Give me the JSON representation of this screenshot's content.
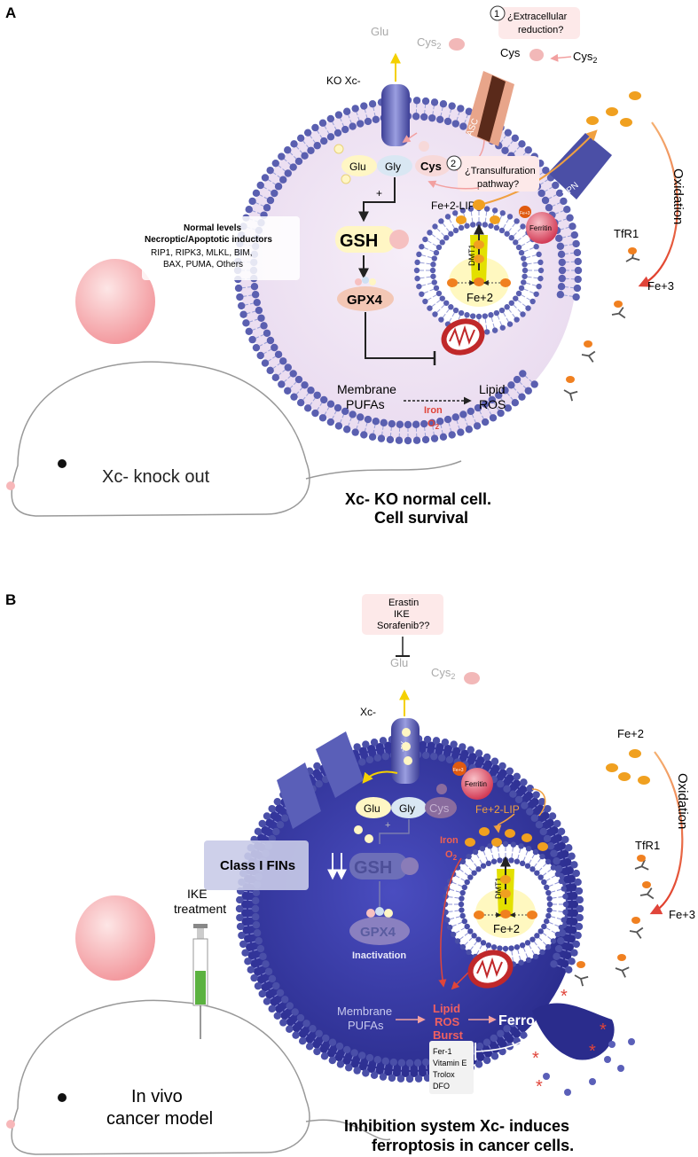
{
  "panel_a": {
    "label": "A",
    "glu_out": "Glu",
    "cys2_out": "Cys",
    "cys2_sub": "2",
    "ko_label": "KO Xc-",
    "step1_num": "1",
    "step1_line1": "¿Extracellular",
    "step1_line2": "reduction?",
    "cys_ext": "Cys",
    "cys2_ext": "Cys",
    "cys2_ext_sub": "2",
    "asc": "ASC",
    "fpn": "FPN",
    "glu": "Glu",
    "gly": "Gly",
    "cys": "Cys",
    "step2_num": "2",
    "step2_line1": "¿Transulfuration",
    "step2_line2": "pathway?",
    "plus": "+",
    "fe_lip": "Fe+2-LIP",
    "fe3_small": "Fe+3",
    "ferritin": "Ferritin",
    "normal_line1": "Normal levels",
    "normal_line2": "Necroptic/Apoptotic inductors",
    "normal_line3": "RIP1, RIPK3, MLKL, BIM,",
    "normal_line4": "BAX, PUMA, Others",
    "gsh": "GSH",
    "gpx4": "GPX4",
    "dmt1": "DMT1",
    "fe2": "Fe+2",
    "tfr1": "TfR1",
    "fe3": "Fe+3",
    "oxidation": "Oxidation",
    "membrane_line1": "Membrane",
    "membrane_line2": "PUFAs",
    "lipid_line1": "Lipid",
    "lipid_line2": "ROS",
    "iron": "Iron",
    "o2": "O",
    "o2_sub": "2",
    "mouse_label": "Xc- knock out",
    "caption_line1": "Xc- KO normal cell.",
    "caption_line2": "Cell survival"
  },
  "panel_b": {
    "label": "B",
    "inhib_line1": "Erastin",
    "inhib_line2": "IKE",
    "inhib_line3": "Sorafenib??",
    "glu_out": "Glu",
    "cys2_out": "Cys",
    "cys2_sub": "2",
    "xc_label": "Xc-",
    "xc_tag": "Xc-",
    "fe3_small": "Fe+3",
    "ferritin": "Ferritin",
    "glu": "Glu",
    "gly": "Gly",
    "cys": "Cys",
    "plus": "+",
    "fe_lip": "Fe+2-LIP",
    "fe2_top": "Fe+2",
    "oxidation": "Oxidation",
    "iron": "Iron",
    "o2": "O",
    "o2_sub": "2",
    "class_fins": "Class I FINs",
    "gsh": "GSH",
    "gpx4": "GPX4",
    "inactivation": "Inactivation",
    "dmt1": "DMT1",
    "fe2": "Fe+2",
    "tfr1": "TfR1",
    "fe3": "Fe+3",
    "ike_line1": "IKE",
    "ike_line2": "treatment",
    "membrane_line1": "Membrane",
    "membrane_line2": "PUFAs",
    "lipid_line1": "Lipid",
    "lipid_line2": "ROS",
    "lipid_line3": "Burst",
    "ferroptosis": "Ferroptosis",
    "inh_line1": "Fer-1",
    "inh_line2": "Vitamin E",
    "inh_line3": "Trolox",
    "inh_line4": "DFO",
    "mouse_line1": "In vivo",
    "mouse_line2": "cancer model",
    "caption_line1": "Inhibition system Xc-  induces",
    "caption_line2": "ferroptosis in cancer cells."
  },
  "colors": {
    "membrane_head": "#5a5fb0",
    "lipid_tail": "#9aa0d8",
    "dark_cell": "#2d2f8e",
    "iron_orange": "#f0a020",
    "red_accent": "#e0453a",
    "pink_mouse": "#f7b7b9"
  }
}
